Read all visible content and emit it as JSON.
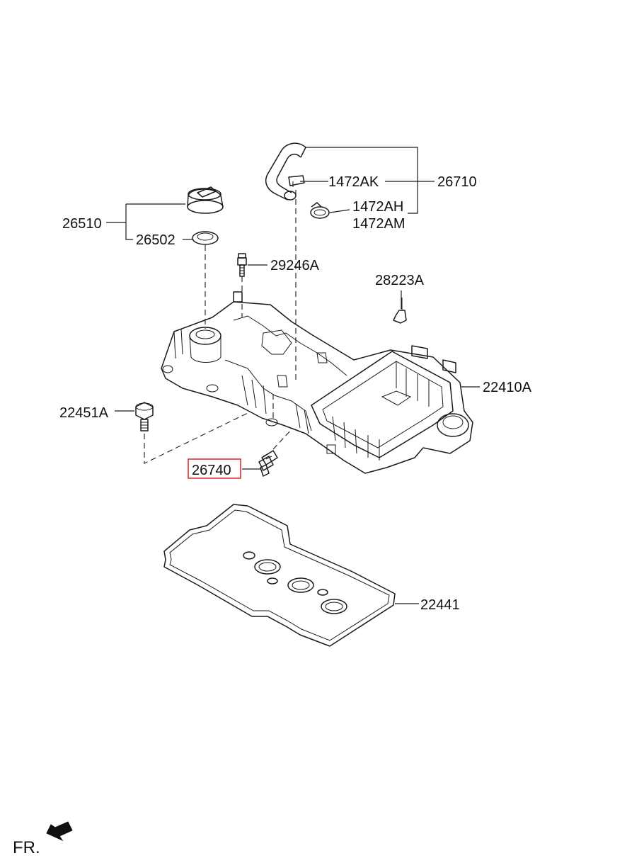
{
  "labels": {
    "p26510": "26510",
    "p26502": "26502",
    "p1472AK": "1472AK",
    "p26710": "26710",
    "p1472AH": "1472AH",
    "p1472AM": "1472AM",
    "p29246A": "29246A",
    "p28223A": "28223A",
    "p22410A": "22410A",
    "p22451A": "22451A",
    "p26740": "26740",
    "p22441": "22441"
  },
  "highlighted_part": "26740",
  "highlight_color": "#e03030",
  "footer": {
    "direction": "FR."
  }
}
